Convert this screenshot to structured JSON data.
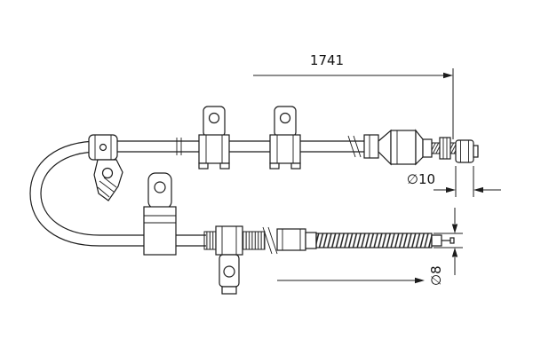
{
  "drawing": {
    "background_color": "#ffffff",
    "line_color": "#1c1c1c",
    "labels": {
      "length_dimension": "1741",
      "top_diameter": "∅10",
      "bottom_diameter": "∅8"
    }
  }
}
